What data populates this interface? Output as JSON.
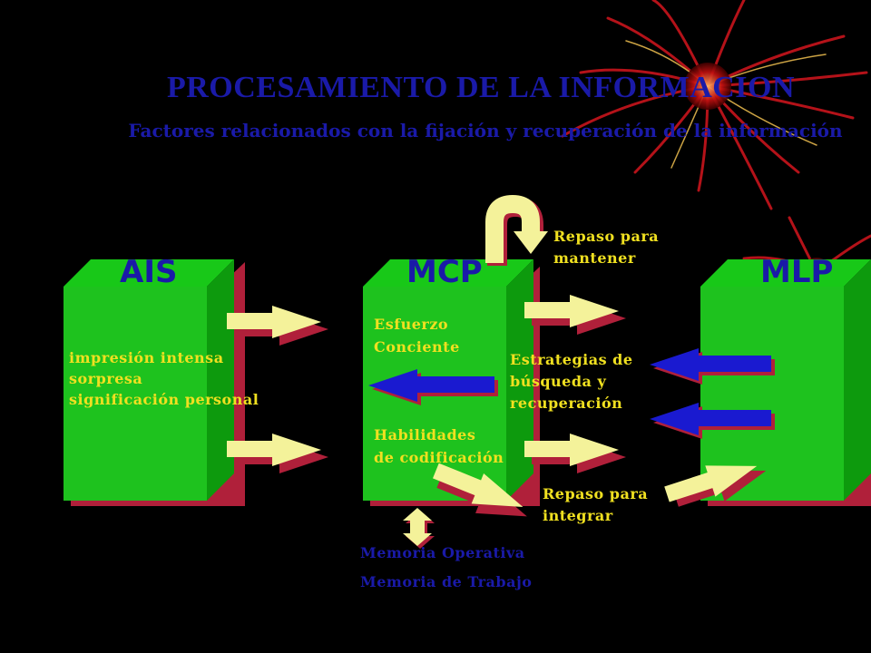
{
  "title": "PROCESAMIENTO DE LA INFORMACION",
  "subtitle": "Factores relacionados con la fijación y recuperación de la información",
  "boxes": {
    "ais": {
      "label": "AIS",
      "text_lines": [
        "impresión intensa",
        "sorpresa",
        "significación personal"
      ]
    },
    "mcp": {
      "label": "MCP",
      "effort": [
        "Esfuerzo",
        "Conciente"
      ],
      "skills": [
        "Habilidades",
        "de codificación"
      ]
    },
    "mlp": {
      "label": "MLP"
    }
  },
  "annotations": {
    "repaso_mantener": [
      "Repaso para",
      "mantener"
    ],
    "estrategias": [
      "Estrategias de",
      "búsqueda y",
      "recuperación"
    ],
    "repaso_integrar": [
      "Repaso para",
      "integrar"
    ],
    "memoria_operativa": "Memoria Operativa",
    "memoria_trabajo": "Memoria de Trabajo"
  },
  "colors": {
    "background": "#000000",
    "box_front": "#1ec21e",
    "title_text": "#1a1aa8",
    "body_text": "#f0e020",
    "arrow_forward": "#f4f29a",
    "arrow_back": "#1a1ad0",
    "arrow_shadow": "#b0203a"
  }
}
